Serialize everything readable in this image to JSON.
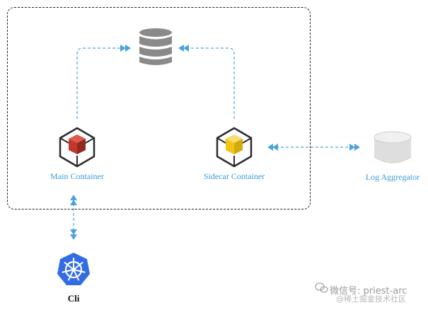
{
  "nodes": {
    "database": {
      "icon": "database-icon"
    },
    "main_container": {
      "label": "Main Container",
      "icon": "container-cube-icon",
      "accent": "#c0392b"
    },
    "sidecar_container": {
      "label": "Sidecar Container",
      "icon": "container-cube-icon",
      "accent": "#f1c40f"
    },
    "log_aggregator": {
      "label": "Log Aggregator",
      "icon": "storage-cylinder-icon"
    },
    "cli": {
      "label": "Cli",
      "icon": "kubernetes-helm-icon",
      "accent": "#326ce5"
    }
  },
  "watermark": {
    "text": "微信号: priest-arc",
    "sub": "@稀土掘金技术社区",
    "icon": "wechat-icon"
  },
  "colors": {
    "connector": "#4aa3df",
    "label": "#3a9ad9"
  }
}
